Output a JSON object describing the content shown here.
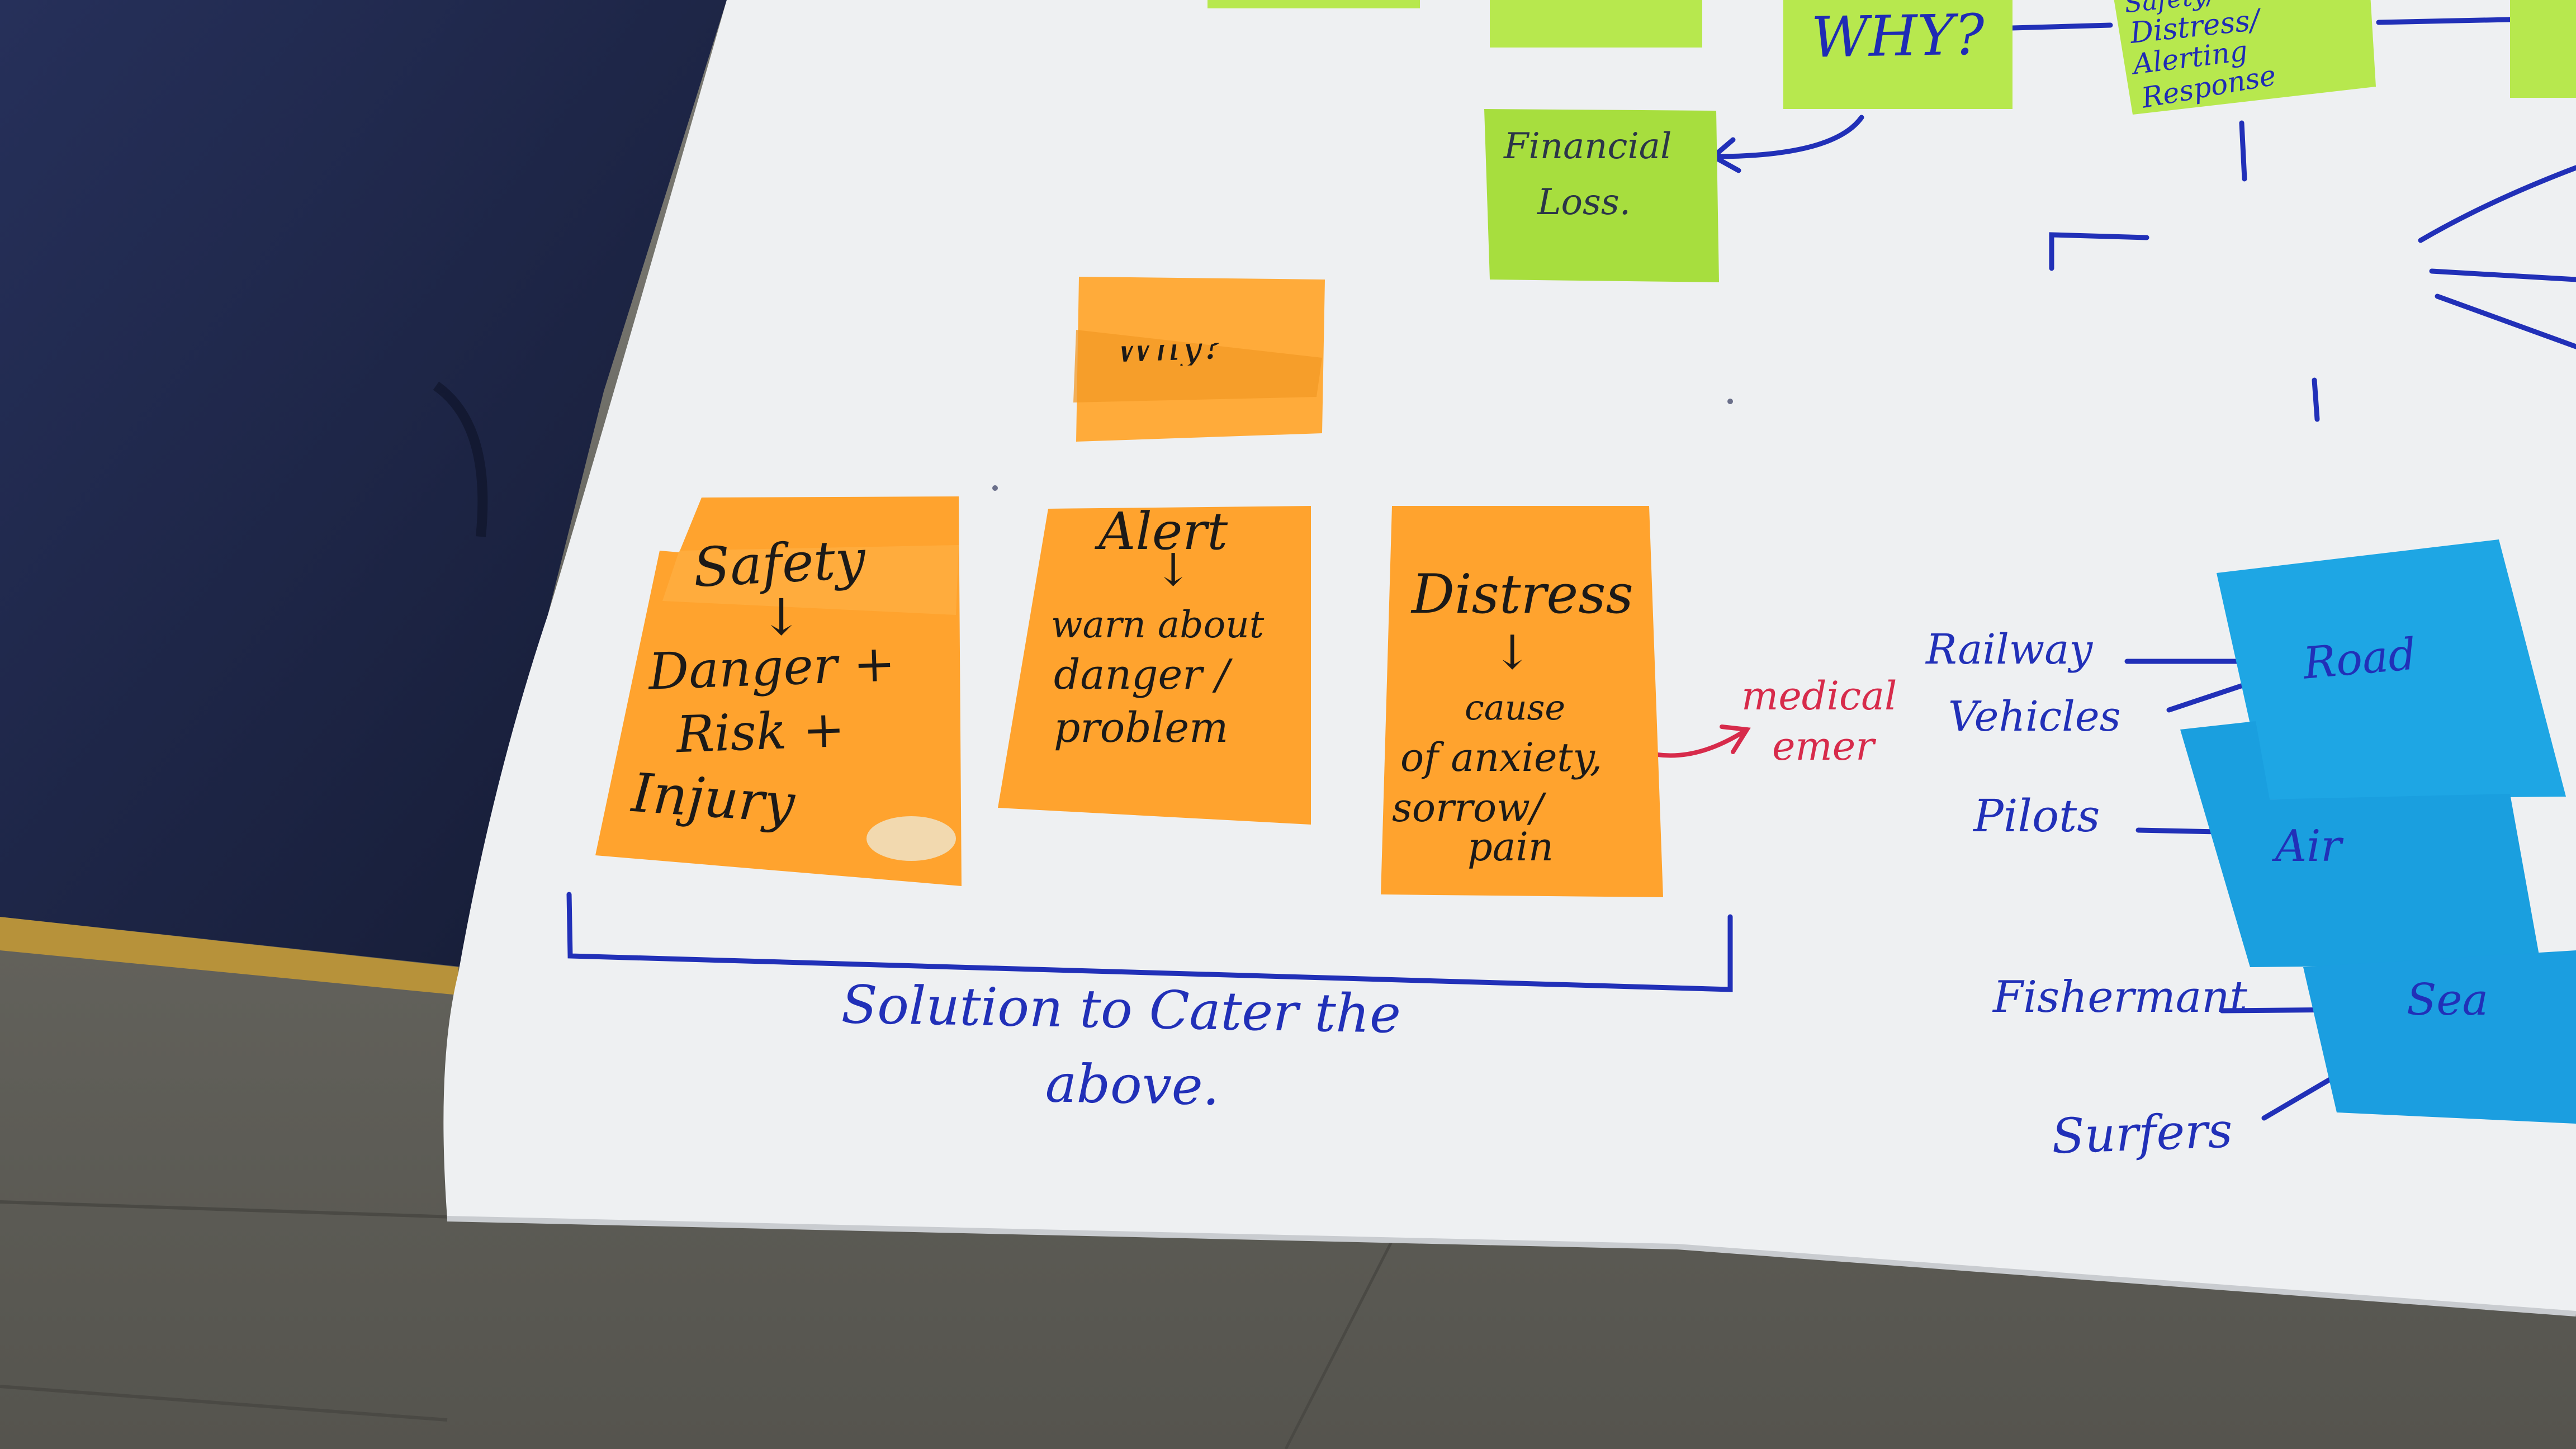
{
  "image": {
    "subject": "flip chart sheet with sticky notes from a brainstorming session"
  },
  "top_notes": {
    "why": "WHY?",
    "cut_label_1": "Safety/",
    "cut_label_2": "Distress/",
    "cut_label_3": "Alerting",
    "cut_label_4": "Response",
    "financial_1": "Financial",
    "financial_2": "Loss."
  },
  "orange_notes": {
    "folded_header": "Why?",
    "safety": {
      "title": "Safety",
      "arrow": "↓",
      "line1": "Danger +",
      "line2": "Risk +",
      "line3": "Injury"
    },
    "alert": {
      "title": "Alert",
      "arrow": "↓",
      "line1": "warn about",
      "line2": "danger /",
      "line3": "problem"
    },
    "distress": {
      "title": "Distress",
      "arrow": "↓",
      "line1": "cause",
      "line2": "of anxiety,",
      "line3": "sorrow/",
      "line4": "pain"
    }
  },
  "annotations": {
    "medical_1": "medical",
    "medical_2": "emer",
    "solution_1": "Solution to Cater the",
    "solution_2": "above."
  },
  "users": {
    "railway": "Railway",
    "vehicles": "Vehicles",
    "pilots": "Pilots",
    "fishermen": "Fishermant",
    "surfers": "Surfers"
  },
  "blue_notes": {
    "road": "Road",
    "air": "Air",
    "sea": "Sea"
  },
  "colors": {
    "paper": "#eef0f2",
    "orange_note": "#ffa32e",
    "green_note": "#b7e84e",
    "blue_note": "#1ea6e4",
    "ink_blue": "#2130b8",
    "ink_red": "#d72b4b",
    "table_navy": "#1f2846"
  }
}
